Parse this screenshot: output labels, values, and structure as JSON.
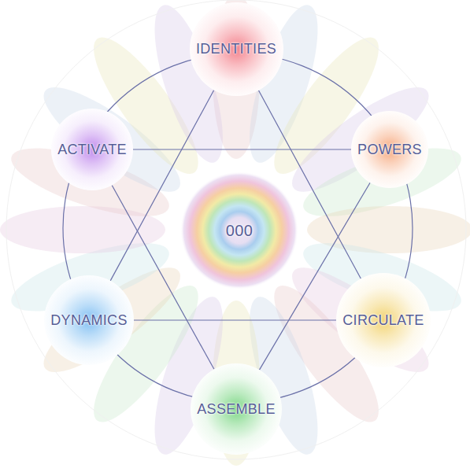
{
  "diagram": {
    "nodes": [
      {
        "text": [
          "IDENTITIES"
        ]
      },
      {
        "text": [
          "ACTIVATE"
        ]
      },
      {
        "text": [
          "POWERS"
        ]
      },
      {
        "text": [
          "000"
        ]
      },
      {
        "text": [
          "DYNAMICS"
        ]
      },
      {
        "text": [
          "CIRCULATE"
        ]
      },
      {
        "text": [
          "ASSEMBLE"
        ]
      }
    ],
    "edges": [
      {
        "from": 0,
        "to": 4,
        "arrow": "none"
      },
      {
        "from": 0,
        "to": 5,
        "arrow": "none"
      },
      {
        "from": 4,
        "to": 5,
        "arrow": "none"
      },
      {
        "from": 1,
        "to": 2,
        "arrow": "none"
      },
      {
        "from": 1,
        "to": 6,
        "arrow": "none"
      },
      {
        "from": 2,
        "to": 6,
        "arrow": "none"
      }
    ]
  }
}
